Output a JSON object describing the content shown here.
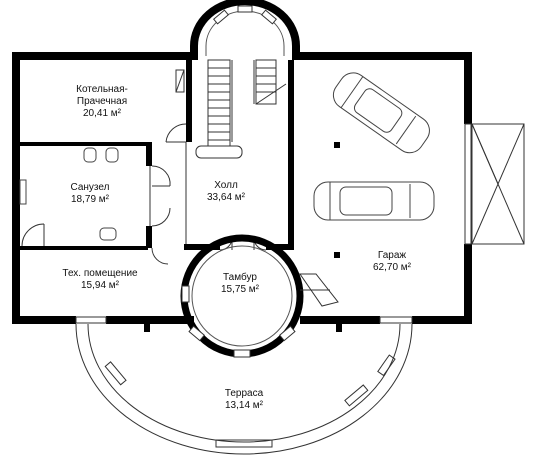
{
  "rooms": [
    {
      "id": "boiler",
      "name": "Котельная-\nПрачечная",
      "area": "20,41 м²"
    },
    {
      "id": "bath",
      "name": "Санузел",
      "area": "18,79 м²"
    },
    {
      "id": "tech",
      "name": "Тех. помещение",
      "area": "15,94 м²"
    },
    {
      "id": "hall",
      "name": "Холл",
      "area": "33,64 м²"
    },
    {
      "id": "vestibule",
      "name": "Тамбур",
      "area": "15,75 м²"
    },
    {
      "id": "garage",
      "name": "Гараж",
      "area": "62,70 м²"
    },
    {
      "id": "terrace",
      "name": "Терраса",
      "area": "13,14 м²"
    }
  ],
  "colors": {
    "wall": "#000000",
    "line": "#333333",
    "background": "#ffffff"
  }
}
